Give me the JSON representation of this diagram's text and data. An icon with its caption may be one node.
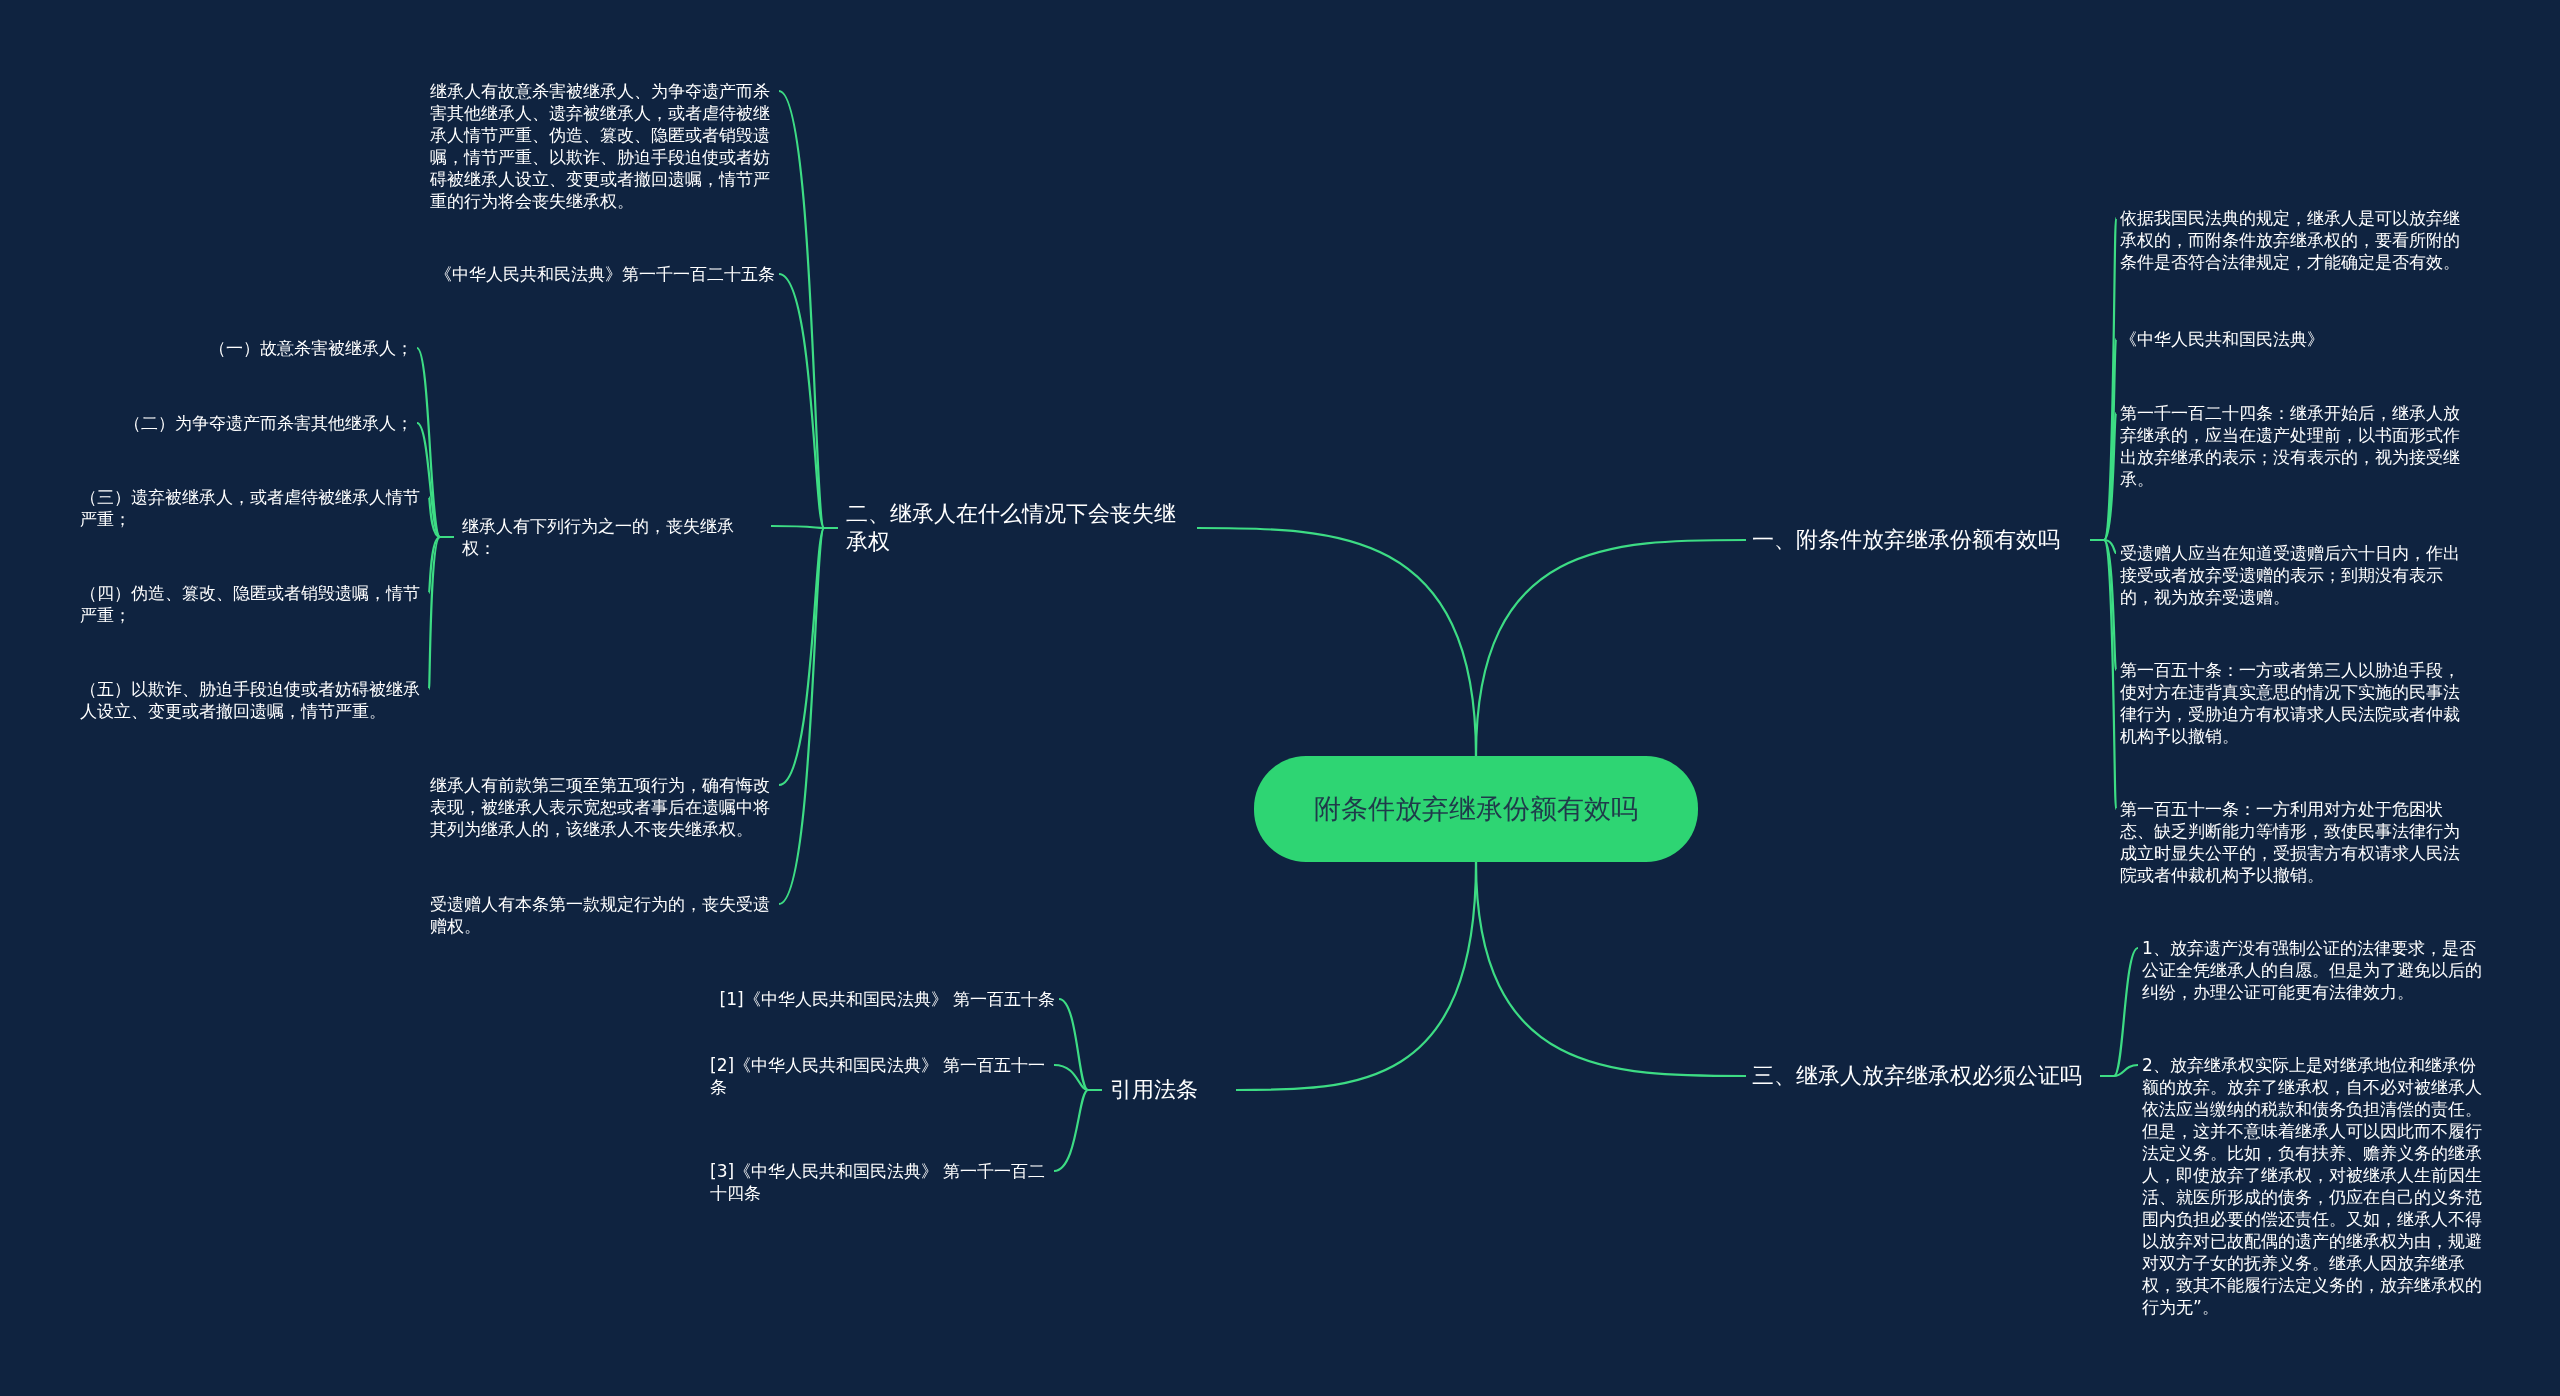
{
  "diagram": {
    "nodes": [
      {
        "text": [
          "附条件放弃继承份额有效吗"
        ]
      },
      {
        "text": [
          "一、附条件放弃继承份额有效吗"
        ]
      },
      {
        "text": [
          "二、继承人在什么情况下会丧失继承权"
        ]
      },
      {
        "text": [
          "三、继承人放弃继承权必须公证吗"
        ]
      },
      {
        "text": [
          "引用法条"
        ]
      },
      {
        "text": [
          "依据我国民法典的规定，继承人是可以放弃继承权的，而附条件放弃继承权的，要看所附的条件是否符合法律规定，才能确定是否有效。"
        ]
      },
      {
        "text": [
          "《中华人民共和国民法典》"
        ]
      },
      {
        "text": [
          "第一千一百二十四条：继承开始后，继承人放弃继承的，应当在遗产处理前，以书面形式作出放弃继承的表示；没有表示的，视为接受继承。"
        ]
      },
      {
        "text": [
          "受遗赠人应当在知道受遗赠后六十日内，作出接受或者放弃受遗赠的表示；到期没有表示的，视为放弃受遗赠。"
        ]
      },
      {
        "text": [
          "第一百五十条：一方或者第三人以胁迫手段，使对方在违背真实意思的情况下实施的民事法律行为，受胁迫方有权请求人民法院或者仲裁机构予以撤销。"
        ]
      },
      {
        "text": [
          "第一百五十一条：一方利用对方处于危困状态、缺乏判断能力等情形，致使民事法律行为成立时显失公平的，受损害方有权请求人民法院或者仲裁机构予以撤销。"
        ]
      },
      {
        "text": [
          "继承人有故意杀害被继承人、为争夺遗产而杀害其他继承人、遗弃被继承人，或者虐待被继承人情节严重、伪造、篡改、隐匿或者销毁遗嘱，情节严重、以欺诈、胁迫手段迫使或者妨碍被继承人设立、变更或者撤回遗嘱，情节严重的行为将会丧失继承权。"
        ]
      },
      {
        "text": [
          "《中华人民共和民法典》第一千一百二十五条"
        ]
      },
      {
        "text": [
          "继承人有下列行为之一的，丧失继承权："
        ]
      },
      {
        "text": [
          "继承人有前款第三项至第五项行为，确有悔改表现，被继承人表示宽恕或者事后在遗嘱中将其列为继承人的，该继承人不丧失继承权。"
        ]
      },
      {
        "text": [
          "受遗赠人有本条第一款规定行为的，丧失受遗赠权。"
        ]
      },
      {
        "text": [
          "（一）故意杀害被继承人；"
        ]
      },
      {
        "text": [
          "（二）为争夺遗产而杀害其他继承人；"
        ]
      },
      {
        "text": [
          "（三）遗弃被继承人，或者虐待被继承人情节严重；"
        ]
      },
      {
        "text": [
          "（四）伪造、篡改、隐匿或者销毁遗嘱，情节严重；"
        ]
      },
      {
        "text": [
          "（五）以欺诈、胁迫手段迫使或者妨碍被继承人设立、变更或者撤回遗嘱，情节严重。"
        ]
      },
      {
        "text": [
          "1、放弃遗产没有强制公证的法律要求，是否公证全凭继承人的自愿。但是为了避免以后的纠纷，办理公证可能更有法律效力。"
        ]
      },
      {
        "text": [
          "2、放弃继承权实际上是对继承地位和继承份额的放弃。放弃了继承权，自不必对被继承人依法应当缴纳的税款和债务负担清偿的责任。但是，这并不意味着继承人可以因此而不履行法定义务。比如，负有扶养、赡养义务的继承人，即使放弃了继承权，对被继承人生前因生活、就医所形成的债务，仍应在自己的义务范围内负担必要的偿还责任。又如，继承人不得以放弃对已故配偶的遗产的继承权为由，规避对双方子女的抚养义务。继承人因放弃继承权，致其不能履行法定义务的，放弃继承权的行为无”。"
        ]
      },
      {
        "text": [
          "[1]《中华人民共和国民法典》 第一百五十条"
        ]
      },
      {
        "text": [
          "[2]《中华人民共和国民法典》 第一百五十一条"
        ]
      },
      {
        "text": [
          "[3]《中华人民共和国民法典》 第一千一百二十四条"
        ]
      }
    ],
    "edges": [
      {
        "from": 0,
        "to": 1,
        "arrow": "none"
      },
      {
        "from": 0,
        "to": 2,
        "arrow": "none"
      },
      {
        "from": 0,
        "to": 3,
        "arrow": "none"
      },
      {
        "from": 0,
        "to": 4,
        "arrow": "none"
      },
      {
        "from": 1,
        "to": 5,
        "arrow": "none"
      },
      {
        "from": 1,
        "to": 6,
        "arrow": "none"
      },
      {
        "from": 1,
        "to": 7,
        "arrow": "none"
      },
      {
        "from": 1,
        "to": 8,
        "arrow": "none"
      },
      {
        "from": 1,
        "to": 9,
        "arrow": "none"
      },
      {
        "from": 1,
        "to": 10,
        "arrow": "none"
      },
      {
        "from": 2,
        "to": 11,
        "arrow": "none"
      },
      {
        "from": 2,
        "to": 12,
        "arrow": "none"
      },
      {
        "from": 2,
        "to": 13,
        "arrow": "none"
      },
      {
        "from": 2,
        "to": 14,
        "arrow": "none"
      },
      {
        "from": 2,
        "to": 15,
        "arrow": "none"
      },
      {
        "from": 13,
        "to": 16,
        "arrow": "none"
      },
      {
        "from": 13,
        "to": 17,
        "arrow": "none"
      },
      {
        "from": 13,
        "to": 18,
        "arrow": "none"
      },
      {
        "from": 13,
        "to": 19,
        "arrow": "none"
      },
      {
        "from": 13,
        "to": 20,
        "arrow": "none"
      },
      {
        "from": 3,
        "to": 21,
        "arrow": "none"
      },
      {
        "from": 3,
        "to": 22,
        "arrow": "none"
      },
      {
        "from": 4,
        "to": 23,
        "arrow": "none"
      },
      {
        "from": 4,
        "to": 24,
        "arrow": "none"
      },
      {
        "from": 4,
        "to": 25,
        "arrow": "none"
      }
    ]
  }
}
